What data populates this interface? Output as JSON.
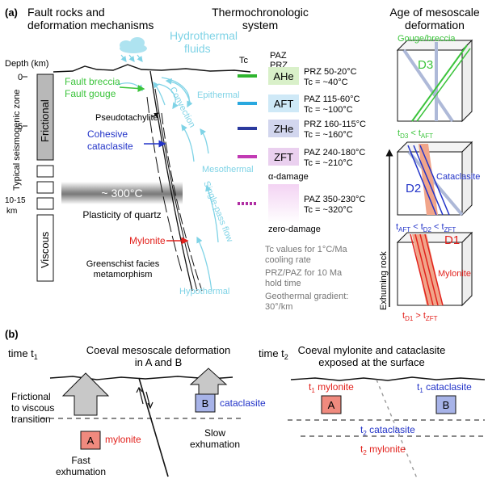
{
  "panel_a": {
    "label": "(a)",
    "col1_title_1": "Fault rocks and",
    "col1_title_2": "deformation mechanisms",
    "col2_title_1": "Thermochronologic",
    "col2_title_2": "system",
    "col3_title_1": "Age of mesoscale",
    "col3_title_2": "deformation",
    "hydro_1": "Hydrothermal",
    "hydro_2": "fluids",
    "depth_label": "Depth (km)",
    "depth_0": "0",
    "depth_5": "5",
    "depth_10": "10-15",
    "depth_km": "km",
    "seismogenic": "Typical seismogenic zone",
    "frictional": "Frictional",
    "viscous": "Viscous",
    "fault_breccia": "Fault breccia",
    "fault_gouge": "Fault gouge",
    "pseudotachylite": "Pseudotachylite",
    "cohesive_1": "Cohesive",
    "cohesive_2": "cataclasite",
    "temp_300": "~ 300°C",
    "plasticity": "Plasticity of quartz",
    "mylonite": "Mylonite",
    "greenschist_1": "Greenschist facies",
    "greenschist_2": "metamorphism",
    "convection": "Convection",
    "epithermal": "Epithermal",
    "mesothermal": "Mesothermal",
    "single_pass": "Single-pass flow",
    "hypothermal": "Hypothermal",
    "tc_header": "Tc",
    "paz_header": "PAZ",
    "prz_header": "PRZ",
    "systems": [
      {
        "name": "AHe",
        "zone": "PRZ 50-20°C",
        "tc": "Tc = ~40°C",
        "color": "#2fb52f",
        "box": "#d9f0c9"
      },
      {
        "name": "AFT",
        "zone": "PAZ 115-60°C",
        "tc": "Tc = ~100°C",
        "color": "#29a8df",
        "box": "#cfe9f7"
      },
      {
        "name": "ZHe",
        "zone": "PRZ 160-115°C",
        "tc": "Tc = ~160°C",
        "color": "#2b3a9e",
        "box": "#d2d6ee"
      },
      {
        "name": "ZFT",
        "zone": "PAZ 240-180°C",
        "tc": "Tc = ~210°C",
        "color": "#c23bb4",
        "box": "#ead0ef"
      },
      {
        "name": "",
        "zone": "PAZ 350-230°C",
        "tc": "Tc = ~320°C",
        "color": "#b02ea3",
        "box": "#f1d5f1"
      }
    ],
    "alpha_damage": "α-damage",
    "zero_damage": "zero-damage",
    "note_1": "Tc values for 1°C/Ma",
    "note_2": "cooling rate",
    "note_3": "PRZ/PAZ for 10 Ma",
    "note_4": "hold time",
    "note_5": "Geothermal gradient:",
    "note_6": "30°/km",
    "gouge_breccia": "Gouge/breccia",
    "d3": "D3",
    "d3_rule": "tD3 < tAFT",
    "d2": "D2",
    "cataclasite": "Cataclasite",
    "d2_rule": "tAFT < tD2 < tZFT",
    "d1": "D1",
    "mylonite_small": "Mylonite",
    "d1_rule": "tD1 > tZFT",
    "exhuming": "Exhuming rock"
  },
  "panel_b": {
    "label": "(b)",
    "time_t1": "time t1",
    "title_left_1": "Coeval mesoscale deformation",
    "title_left_2": "in A and B",
    "time_t2": "time t2",
    "title_right_1": "Coeval mylonite and cataclasite",
    "title_right_2": "exposed at the surface",
    "frictional_1": "Frictional",
    "frictional_2": "to viscous",
    "frictional_3": "transition",
    "box_a": "A",
    "box_b": "B",
    "mylonite": "mylonite",
    "cataclasite": "cataclasite",
    "fast_1": "Fast",
    "fast_2": "exhumation",
    "slow_1": "Slow",
    "slow_2": "exhumation",
    "t1_mylonite": "t1 mylonite",
    "t1_cataclasite": "t1 cataclasite",
    "t2_cataclasite": "t2 cataclasite",
    "t2_mylonite": "t2 mylonite",
    "colors": {
      "red": "#e2211c",
      "blue": "#2233c8",
      "cyan": "#7fd3e6",
      "green": "#3cc43c",
      "box_a": "#f08a7e",
      "box_b": "#a7b3e8"
    }
  }
}
